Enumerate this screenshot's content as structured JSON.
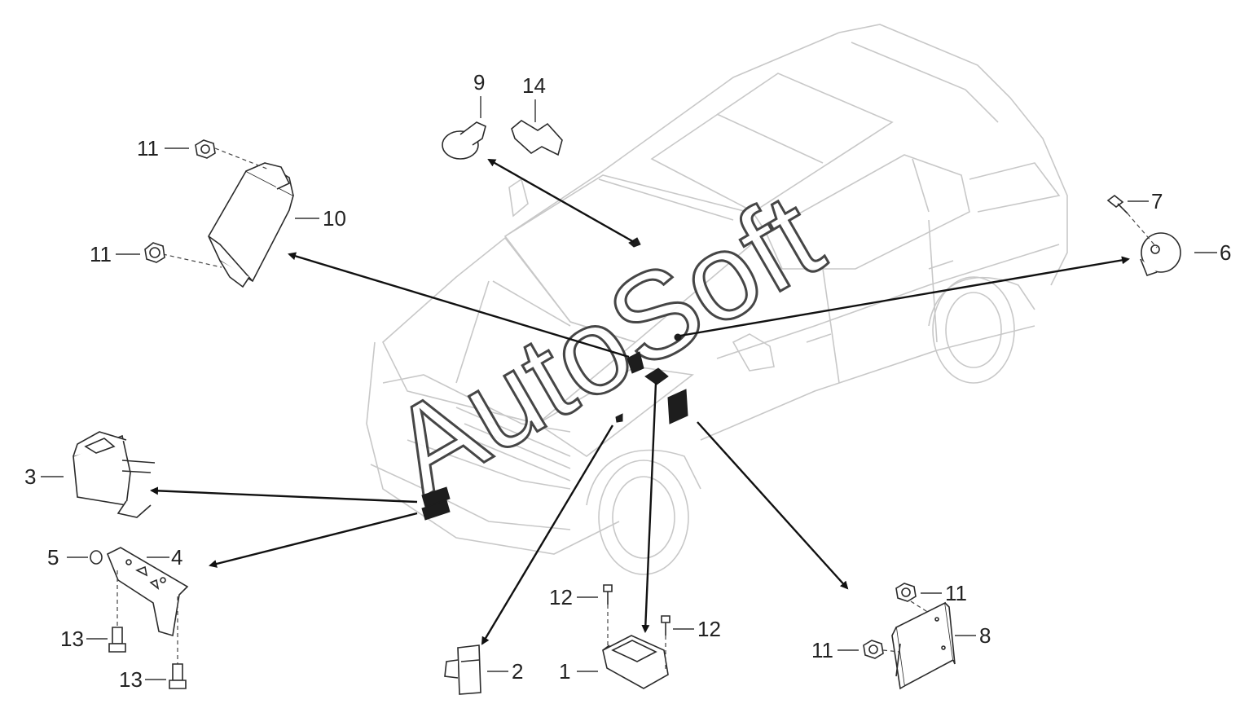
{
  "watermark": "AutoSoft",
  "corner_code": "",
  "callouts": {
    "c1": "1",
    "c2": "2",
    "c3": "3",
    "c4": "4",
    "c5": "5",
    "c6": "6",
    "c7": "7",
    "c8": "8",
    "c9": "9",
    "c10": "10",
    "c11a": "11",
    "c11b": "11",
    "c11c": "11",
    "c11d": "11",
    "c12a": "12",
    "c12b": "12",
    "c13a": "13",
    "c13b": "13",
    "c14": "14"
  }
}
